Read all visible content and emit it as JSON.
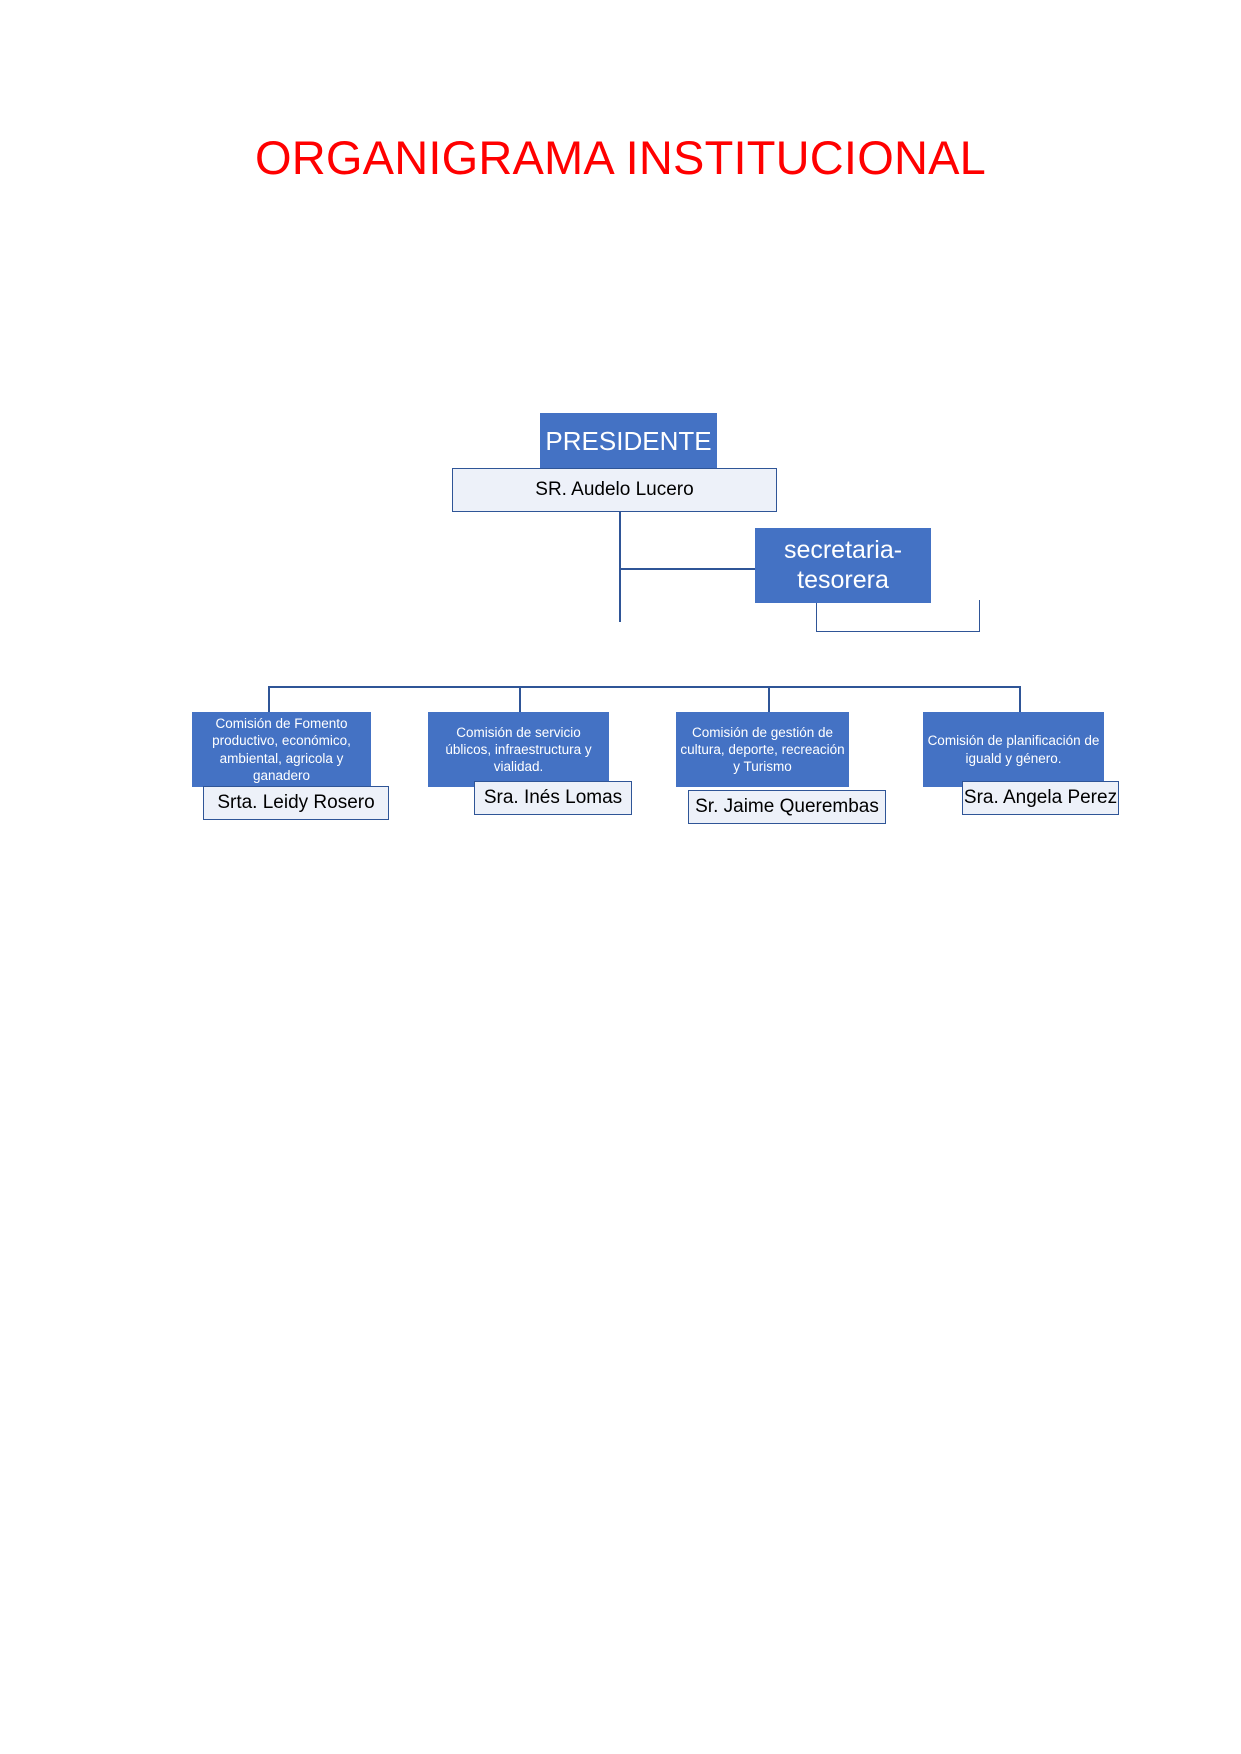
{
  "document": {
    "title": "ORGANIGRAMA INSTITUCIONAL"
  },
  "colors": {
    "title_red": "#FF0000",
    "box_blue": "#4472C4",
    "line_blue": "#2F5597",
    "name_box_fill": "#EDF1F9",
    "box_text": "#FFFFFF",
    "name_text": "#000000"
  },
  "org": {
    "president": {
      "role": "PRESIDENTE",
      "name": "SR. Audelo Lucero"
    },
    "secretary": {
      "role": "secretaria-tesorera",
      "name": ""
    },
    "commissions": [
      {
        "role": "Comisión de Fomento productivo, económico, ambiental, agricola y ganadero",
        "name": "Srta. Leidy Rosero"
      },
      {
        "role": "Comisión de servicio úblicos, infraestructura y vialidad.",
        "name": "Sra. Inés Lomas"
      },
      {
        "role": "Comisión de gestión de cultura, deporte, recreación y Turismo",
        "name": "Sr. Jaime Querembas"
      },
      {
        "role": "Comisión de planificación de iguald y género.",
        "name": "Sra. Angela Perez"
      }
    ]
  }
}
